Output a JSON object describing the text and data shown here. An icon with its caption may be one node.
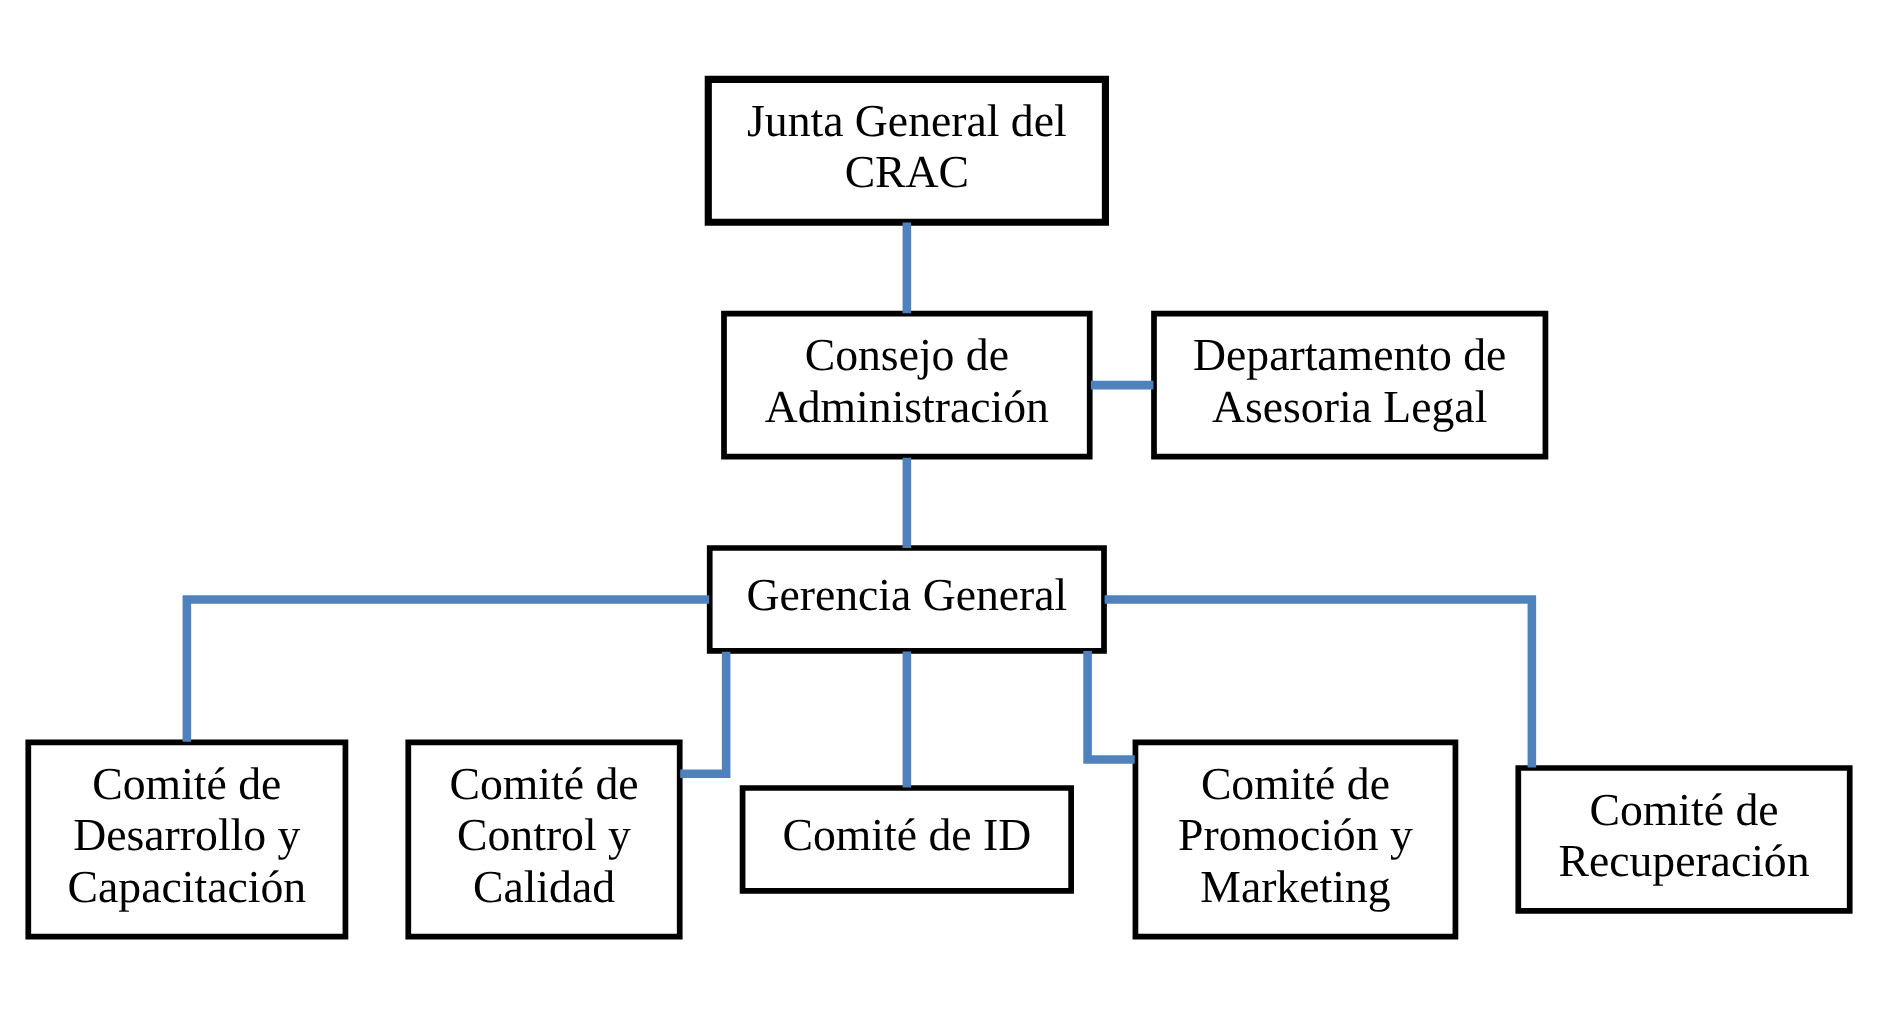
{
  "diagram": {
    "nodes": [
      {
        "text": [
          "Junta General del CRAC"
        ]
      },
      {
        "text": [
          "Consejo de Administración"
        ]
      },
      {
        "text": [
          "Departamento de Asesoria Legal"
        ]
      },
      {
        "text": [
          "Gerencia General"
        ]
      },
      {
        "text": [
          "Comité de Desarrollo y Capacitación"
        ]
      },
      {
        "text": [
          "Comité de Control y Calidad"
        ]
      },
      {
        "text": [
          "Comité de ID"
        ]
      },
      {
        "text": [
          "Comité de Promoción y Marketing"
        ]
      },
      {
        "text": [
          "Comité de Recuperación"
        ]
      }
    ],
    "edges": [
      {
        "from": 0,
        "to": 1,
        "arrow": "none"
      },
      {
        "from": 1,
        "to": 3,
        "arrow": "none"
      },
      {
        "from": 1,
        "to": 2,
        "arrow": "none"
      },
      {
        "from": 3,
        "to": 4,
        "arrow": "none"
      },
      {
        "from": 3,
        "to": 5,
        "arrow": "none"
      },
      {
        "from": 3,
        "to": 6,
        "arrow": "none"
      },
      {
        "from": 3,
        "to": 7,
        "arrow": "none"
      },
      {
        "from": 3,
        "to": 8,
        "arrow": "none"
      }
    ]
  }
}
